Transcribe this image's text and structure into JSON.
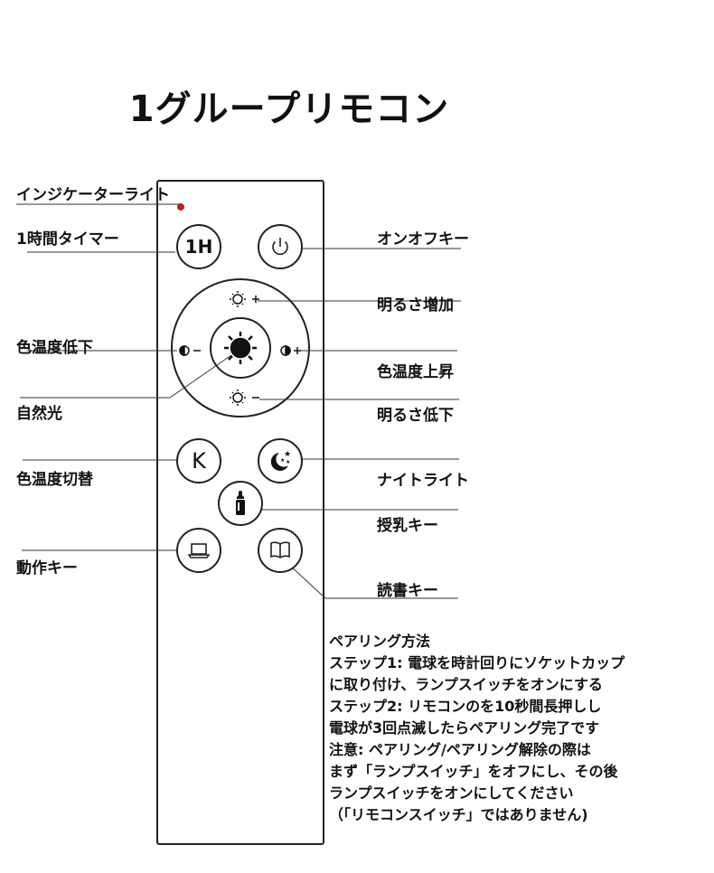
{
  "title": "1グループリモコン",
  "labels": {
    "indicator": "インジケーターライト",
    "timer": "1時間タイマー",
    "color_temp_down": "色温度低下",
    "natural_light": "自然光",
    "color_temp_switch": "色温度切替",
    "action_key": "動作キー",
    "on_off": "オンオフキー",
    "brightness_up": "明るさ増加",
    "color_temp_up": "色温度上昇",
    "brightness_down": "明るさ低下",
    "night_light": "ナイトライト",
    "feeding_key": "授乳キー",
    "reading_key": "読書キー"
  },
  "buttons": {
    "timer_text": "1H",
    "k_text": "K"
  },
  "notes": {
    "heading": "ペアリング方法",
    "lines": [
      "ステップ1: 電球を時計回りにソケットカップ",
      "に取り付け、ランプスイッチをオンにする",
      "ステップ2: リモコンのを10秒間長押しし",
      "電球が3回点滅したらペアリング完了です",
      "注意: ペアリング/ペアリング解除の際は",
      "まず「ランプスイッチ」をオフにし、その後",
      "ランプスイッチをオンにしてください",
      "（「リモコンスイッチ」ではありません)"
    ]
  },
  "colors": {
    "indicator_led": "#c0201a",
    "line": "#222222"
  }
}
